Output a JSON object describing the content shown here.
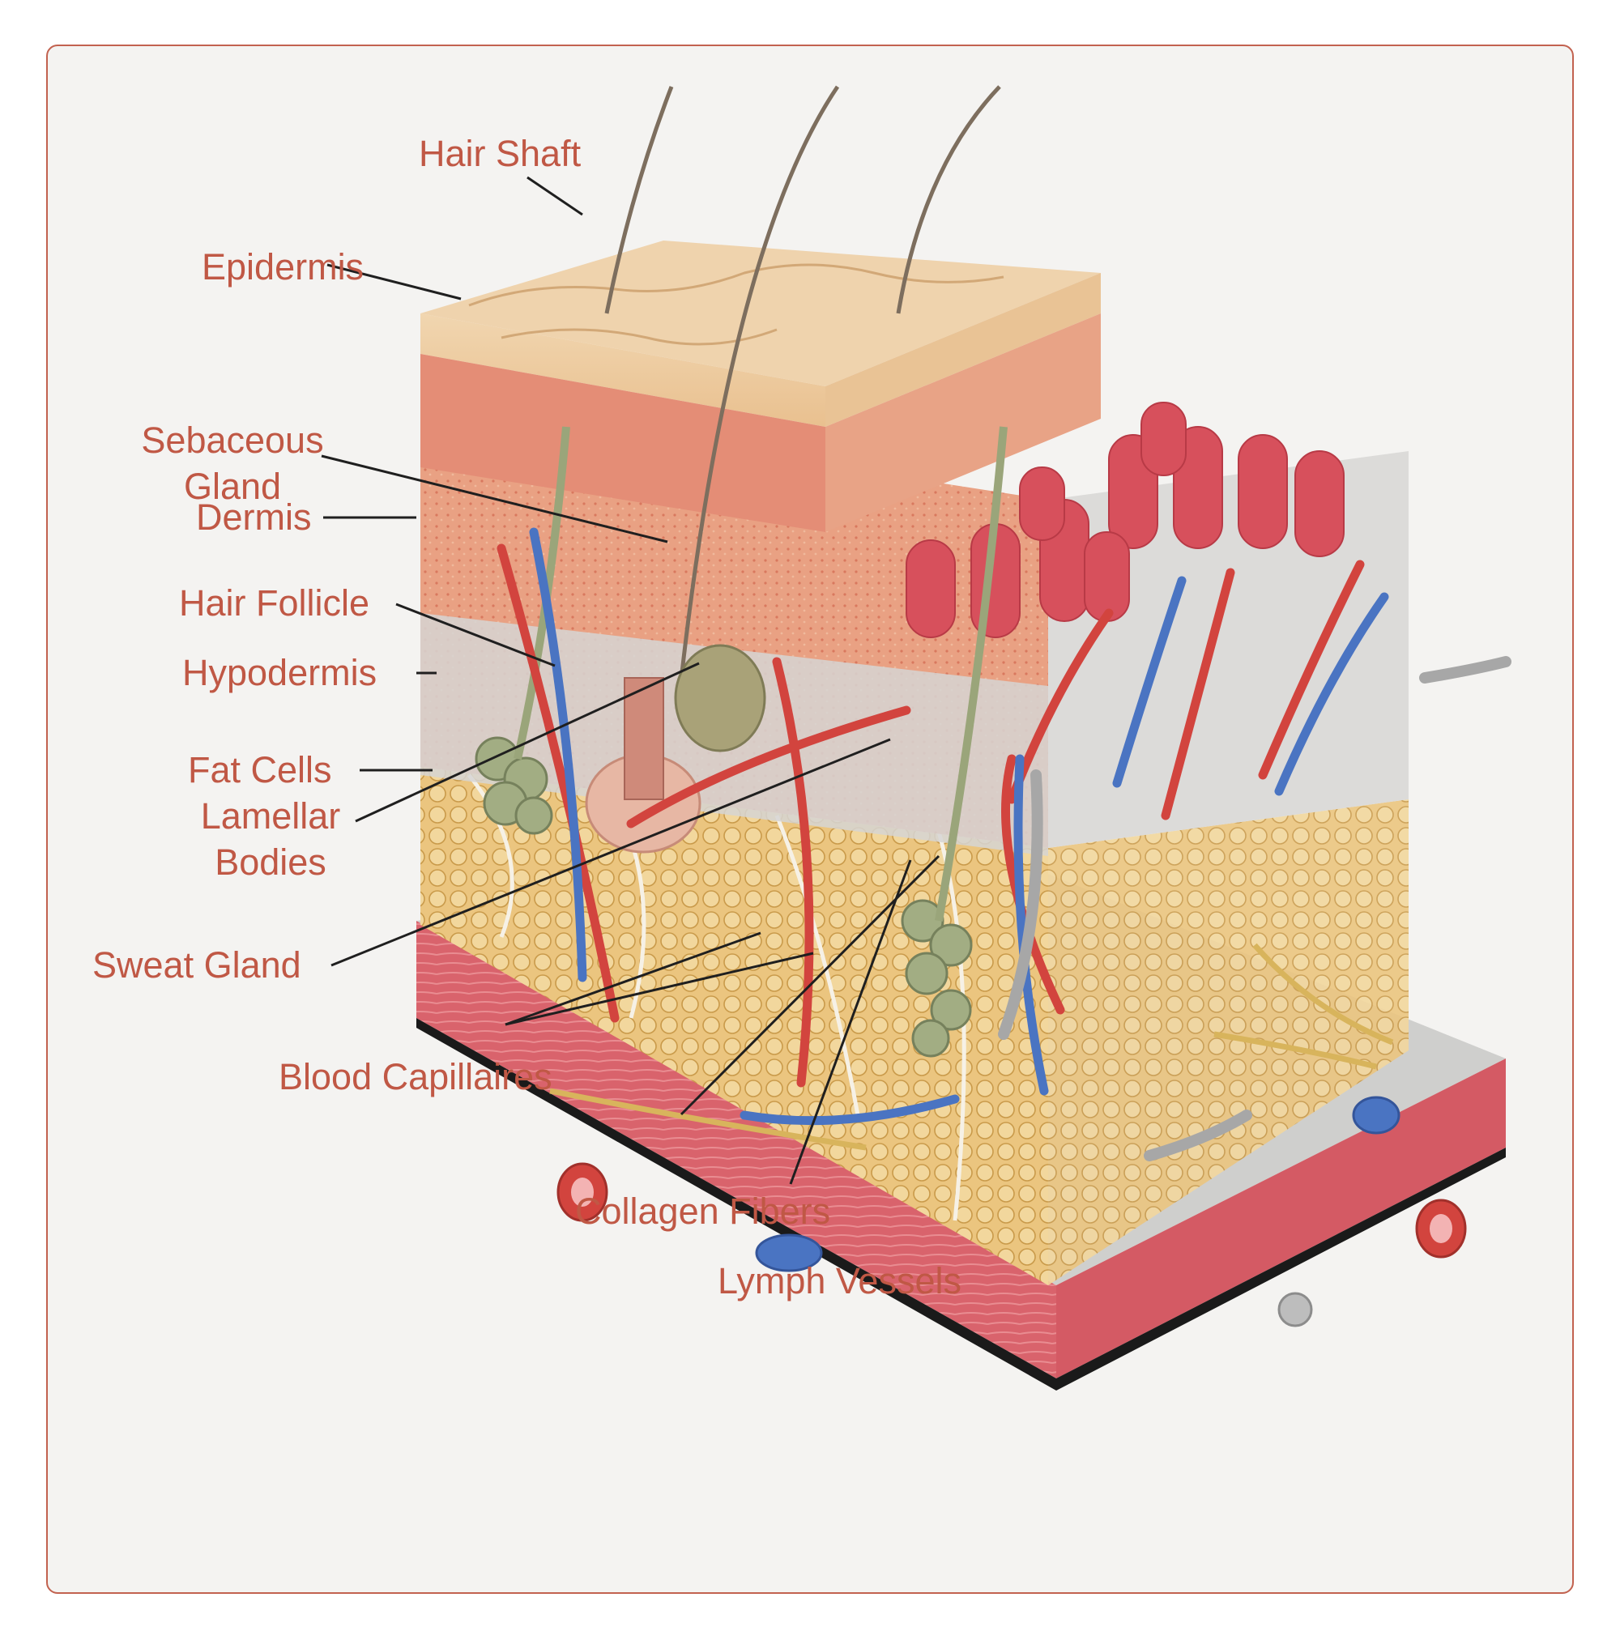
{
  "diagram": {
    "colors": {
      "frame": "#c2624f",
      "label": "#c05845",
      "background": "#f4f3f1",
      "epidermis": "#efcda2",
      "dermis": "#e7987e",
      "papillae": "#d7505c",
      "hypodermis": "#d4d4d2",
      "fat": "#ebc57f",
      "muscle": "#d9636c",
      "artery": "#d2443e",
      "vein": "#4a74c2",
      "nerve": "#d8b45c",
      "gland": "#9aa57a",
      "lymph": "#aaaaaa"
    },
    "labels": {
      "hair_shaft": "Hair Shaft",
      "epidermis": "Epidermis",
      "sebaceous_gland_line1": "Sebaceous",
      "sebaceous_gland_line2": "Gland",
      "dermis": "Dermis",
      "hair_follicle": "Hair Follicle",
      "hypodermis": "Hypodermis",
      "fat_cells": "Fat Cells",
      "lamellar_bodies_line1": "Lamellar",
      "lamellar_bodies_line2": "Bodies",
      "sweat_gland": "Sweat Gland",
      "blood_capillaires": "Blood Capillaires",
      "collagen_fibers": "Collagen Fibers",
      "lymph_vessels": "Lymph Vessels"
    }
  }
}
